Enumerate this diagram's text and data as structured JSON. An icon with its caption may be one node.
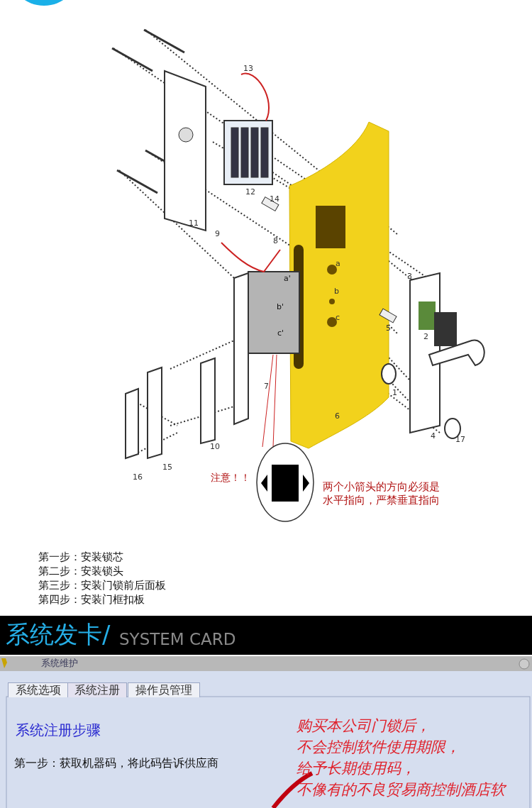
{
  "diagram": {
    "labels": [
      "13",
      "12",
      "14",
      "11",
      "9",
      "8",
      "3",
      "a",
      "a'",
      "b",
      "b'",
      "c",
      "c'",
      "5",
      "2",
      "7",
      "1",
      "6",
      "10",
      "4",
      "17",
      "15",
      "16",
      "注意！！",
      "两个小箭头的方向必须是水平指向，严禁垂直指向",
      "第一步：安装锁芯",
      "第二步：安装锁头",
      "第三步：安装门锁前后面板",
      "第四步：安装门框扣板",
      "系统发卡/",
      "SYSTEM CARD",
      "系统维护",
      "系统选项",
      "系统注册",
      "操作员管理",
      "系统注册步骤",
      "第一步：获取机器码，将此码告诉供应商",
      "购买本公司门锁后，",
      "不会控制软件使用期限，",
      "给予长期使用码，",
      "不像有的不良贸易商控制酒店软"
    ]
  }
}
